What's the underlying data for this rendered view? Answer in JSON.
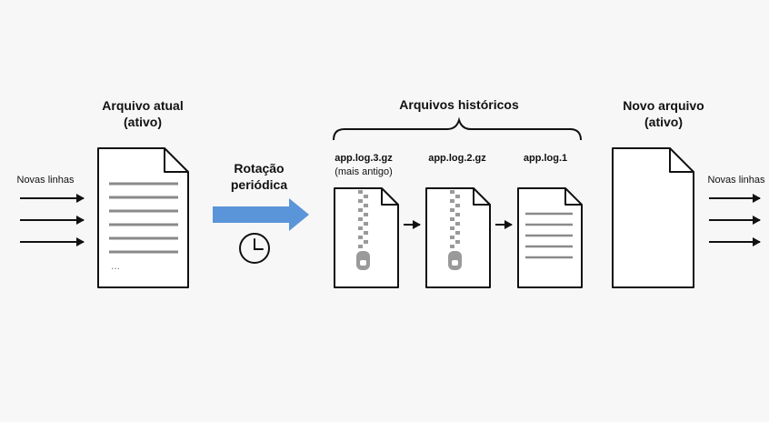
{
  "current_file": {
    "title_line1": "Arquivo atual",
    "title_line2": "(ativo)",
    "more_glyph": "..."
  },
  "incoming_left": {
    "label": "Novas linhas"
  },
  "rotation": {
    "line1": "Rotação",
    "line2": "periódica",
    "arrow_color": "#5b95d9",
    "clock_icon": "clock-icon"
  },
  "historic": {
    "title": "Arquivos históricos",
    "files": [
      {
        "name": "app.log.3.gz",
        "note": "(mais antigo)",
        "kind": "zip"
      },
      {
        "name": "app.log.2.gz",
        "kind": "zip"
      },
      {
        "name": "app.log.1",
        "kind": "text"
      }
    ]
  },
  "new_file": {
    "title_line1": "Novo arquivo",
    "title_line2": "(ativo)"
  },
  "incoming_right": {
    "label": "Novas linhas"
  },
  "colors": {
    "stroke": "#111111",
    "doc_lines": "#8a8a8a",
    "zipper": "#9a9a9a"
  }
}
